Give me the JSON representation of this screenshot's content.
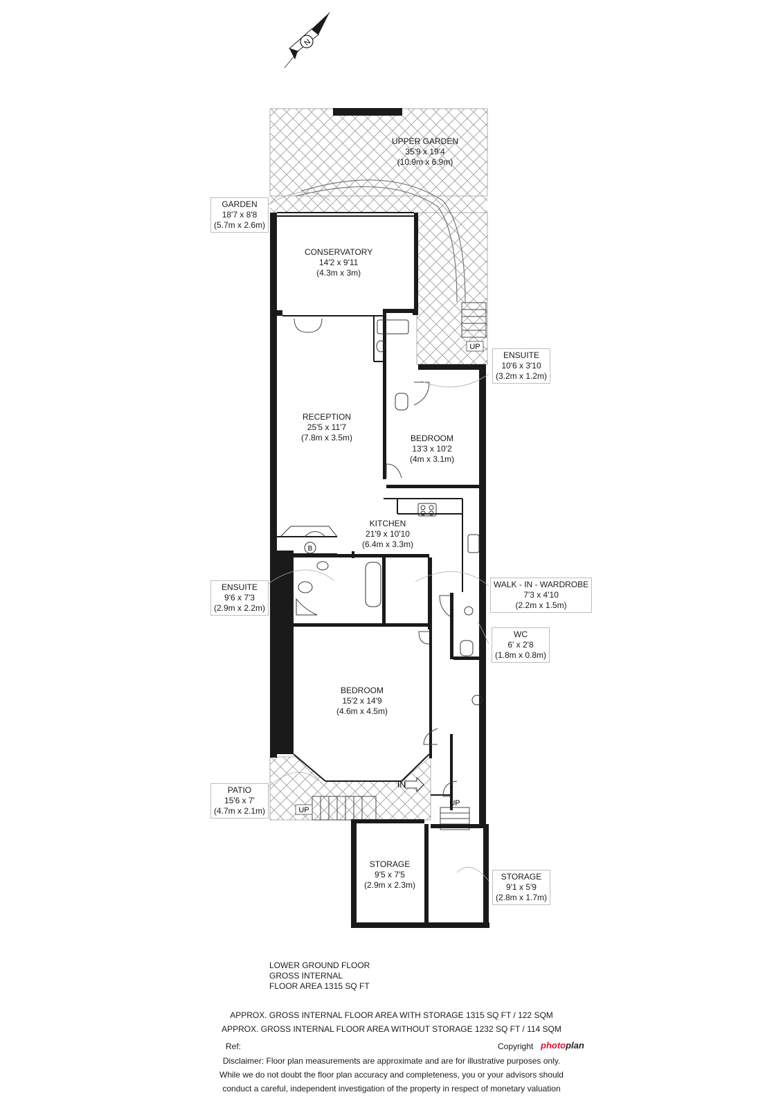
{
  "compass": {
    "letter": "N"
  },
  "rooms": {
    "upper_garden": {
      "name": "UPPER GARDEN",
      "imperial": "35'9 x 19'4",
      "metric": "(10.9m x 6.9m)"
    },
    "garden": {
      "name": "GARDEN",
      "imperial": "18'7 x 8'8",
      "metric": "(5.7m x 2.6m)"
    },
    "conservatory": {
      "name": "CONSERVATORY",
      "imperial": "14'2 x 9'11",
      "metric": "(4.3m x 3m)"
    },
    "ensuite_upper": {
      "name": "ENSUITE",
      "imperial": "10'6 x 3'10",
      "metric": "(3.2m x 1.2m)"
    },
    "reception": {
      "name": "RECEPTION",
      "imperial": "25'5 x 11'7",
      "metric": "(7.8m x 3.5m)"
    },
    "bedroom_upper": {
      "name": "BEDROOM",
      "imperial": "13'3 x 10'2",
      "metric": "(4m x 3.1m)"
    },
    "kitchen": {
      "name": "KITCHEN",
      "imperial": "21'9 x 10'10",
      "metric": "(6.4m x 3.3m)"
    },
    "ensuite_lower": {
      "name": "ENSUITE",
      "imperial": "9'6 x 7'3",
      "metric": "(2.9m x 2.2m)"
    },
    "walk_in_wardrobe": {
      "name": "WALK - IN - WARDROBE",
      "imperial": "7'3 x 4'10",
      "metric": "(2.2m x 1.5m)"
    },
    "wc": {
      "name": "WC",
      "imperial": "6' x 2'8",
      "metric": "(1.8m x 0.8m)"
    },
    "bedroom_lower": {
      "name": "BEDROOM",
      "imperial": "15'2 x 14'9",
      "metric": "(4.6m x 4.5m)"
    },
    "patio": {
      "name": "PATIO",
      "imperial": "15'6 x 7'",
      "metric": "(4.7m x 2.1m)"
    },
    "storage_left": {
      "name": "STORAGE",
      "imperial": "9'5 x 7'5",
      "metric": "(2.9m x 2.3m)"
    },
    "storage_right": {
      "name": "STORAGE",
      "imperial": "9'1 x 5'9",
      "metric": "(2.8m x 1.7m)"
    }
  },
  "markers": {
    "up_garden": "UP",
    "up_patio": "UP",
    "up_hall": "UP",
    "entrance": "IN",
    "boiler": "B"
  },
  "floor_info": {
    "line1": "LOWER GROUND FLOOR",
    "line2": "GROSS INTERNAL",
    "line3": "FLOOR AREA 1315 SQ FT"
  },
  "footer": {
    "with_storage": "APPROX. GROSS INTERNAL FLOOR AREA WITH STORAGE 1315 SQ FT / 122 SQM",
    "without_storage": "APPROX. GROSS INTERNAL FLOOR AREA WITHOUT STORAGE 1232 SQ FT / 114 SQM",
    "ref_label": "Ref:",
    "copyright_label": "Copyright",
    "brand_part1": "photo",
    "brand_part2": "plan",
    "disclaimer_line1": "Disclaimer: Floor plan measurements are approximate and are for illustrative purposes only.",
    "disclaimer_line2": "While we do not doubt the floor plan accuracy and completeness, you or your advisors should",
    "disclaimer_line3": "conduct a careful, independent investigation of the property in respect of monetary valuation"
  },
  "colors": {
    "wall": "#1a1a1a",
    "hatch": "#9a9a9a",
    "label_border": "#bdbdbd",
    "brand_accent": "#d6173a"
  }
}
